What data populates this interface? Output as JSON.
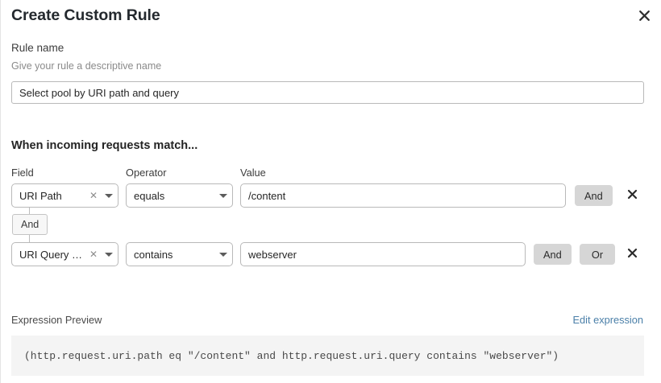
{
  "dialog": {
    "title": "Create Custom Rule",
    "close_icon": "close-icon"
  },
  "rule_name": {
    "label": "Rule name",
    "hint": "Give your rule a descriptive name",
    "value": "Select pool by URI path and query",
    "placeholder": ""
  },
  "match_section": {
    "heading": "When incoming requests match...",
    "columns": {
      "field": "Field",
      "operator": "Operator",
      "value": "Value"
    },
    "connector": {
      "label": "And"
    },
    "conditions": [
      {
        "field": "URI Path",
        "operator": "equals",
        "value": "/content",
        "clear_icon": "clear-icon",
        "caret_icon": "chevron-down-icon",
        "remove_icon": "close-icon",
        "buttons": [
          "And"
        ]
      },
      {
        "field": "URI Query St...",
        "operator": "contains",
        "value": "webserver",
        "clear_icon": "clear-icon",
        "caret_icon": "chevron-down-icon",
        "remove_icon": "close-icon",
        "buttons": [
          "And",
          "Or"
        ]
      }
    ]
  },
  "expression_preview": {
    "label": "Expression Preview",
    "edit_link": "Edit expression",
    "code": "(http.request.uri.path eq \"/content\" and http.request.uri.query contains \"webserver\")"
  },
  "colors": {
    "link": "#4a7fa8",
    "button_bg": "#d6d6d6",
    "code_bg": "#f4f4f4",
    "border": "#b9b9b9",
    "text": "#262626"
  }
}
